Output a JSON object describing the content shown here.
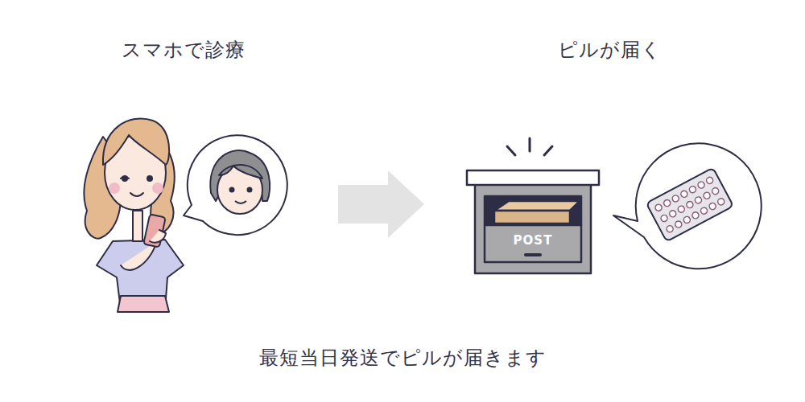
{
  "diagram": {
    "caption": "最短当日発送でピルが届きます",
    "labels": [
      "スマホで診療",
      "ピルが届く",
      "POST"
    ]
  }
}
